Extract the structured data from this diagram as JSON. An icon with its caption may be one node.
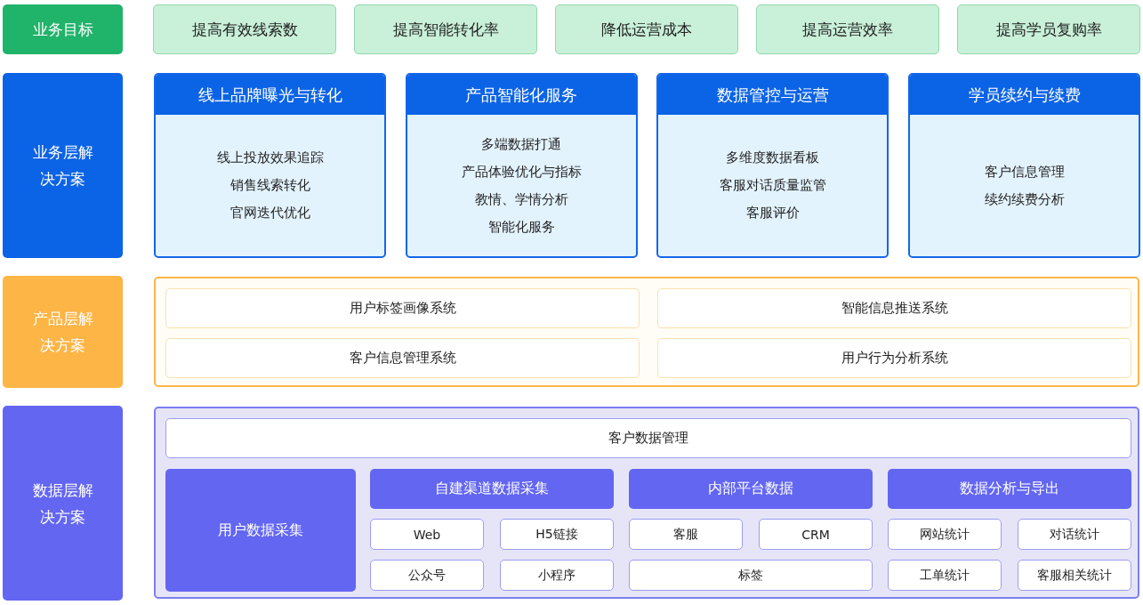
{
  "diagram": {
    "nodes": [
      {
        "text": [
          "业务目标"
        ]
      },
      {
        "text": [
          "提高有效线索数"
        ]
      },
      {
        "text": [
          "提高智能转化率"
        ]
      },
      {
        "text": [
          "降低运营成本"
        ]
      },
      {
        "text": [
          "提高运营效率"
        ]
      },
      {
        "text": [
          "提高学员复购率"
        ]
      },
      {
        "text": [
          "业务层解决方案"
        ]
      },
      {
        "text": [
          "线上品牌曝光与转化",
          "线上投放效果追踪",
          "销售线索转化",
          "官网迭代优化"
        ]
      },
      {
        "text": [
          "产品智能化服务",
          "多端数据打通",
          "产品体验优化与指标",
          "教情、学情分析",
          "智能化服务"
        ]
      },
      {
        "text": [
          "数据管控与运营",
          "多维度数据看板",
          "客服对话质量监管",
          "客服评价"
        ]
      },
      {
        "text": [
          "学员续约与续费",
          "客户信息管理",
          "续约续费分析"
        ]
      },
      {
        "text": [
          "产品层解决方案"
        ]
      },
      {
        "text": [],
        "shape": "box"
      },
      {
        "text": [
          "用户标签画像系统"
        ],
        "in": 12
      },
      {
        "text": [
          "智能信息推送系统"
        ],
        "in": 12
      },
      {
        "text": [
          "客户信息管理系统"
        ],
        "in": 12
      },
      {
        "text": [
          "用户行为分析系统"
        ],
        "in": 12
      },
      {
        "text": [
          "数据层解决方案"
        ]
      },
      {
        "text": [],
        "shape": "box"
      },
      {
        "text": [
          "客户数据管理"
        ],
        "in": 18
      },
      {
        "text": [
          "用户数据采集"
        ],
        "in": 18
      },
      {
        "text": [
          "自建渠道数据采集"
        ],
        "in": 18
      },
      {
        "text": [
          "Web"
        ],
        "in": 18
      },
      {
        "text": [
          "H5链接"
        ],
        "in": 18
      },
      {
        "text": [
          "公众号"
        ],
        "in": 18
      },
      {
        "text": [
          "小程序"
        ],
        "in": 18
      },
      {
        "text": [
          "内部平台数据"
        ],
        "in": 18
      },
      {
        "text": [
          "客服"
        ],
        "in": 18
      },
      {
        "text": [
          "CRM"
        ],
        "in": 18
      },
      {
        "text": [
          "标签"
        ],
        "in": 18
      },
      {
        "text": [
          "数据分析与导出"
        ],
        "in": 18
      },
      {
        "text": [
          "网站统计"
        ],
        "in": 18
      },
      {
        "text": [
          "对话统计"
        ],
        "in": 18
      },
      {
        "text": [
          "工单统计"
        ],
        "in": 18
      },
      {
        "text": [
          "客服相关统计"
        ],
        "in": 18
      }
    ]
  }
}
